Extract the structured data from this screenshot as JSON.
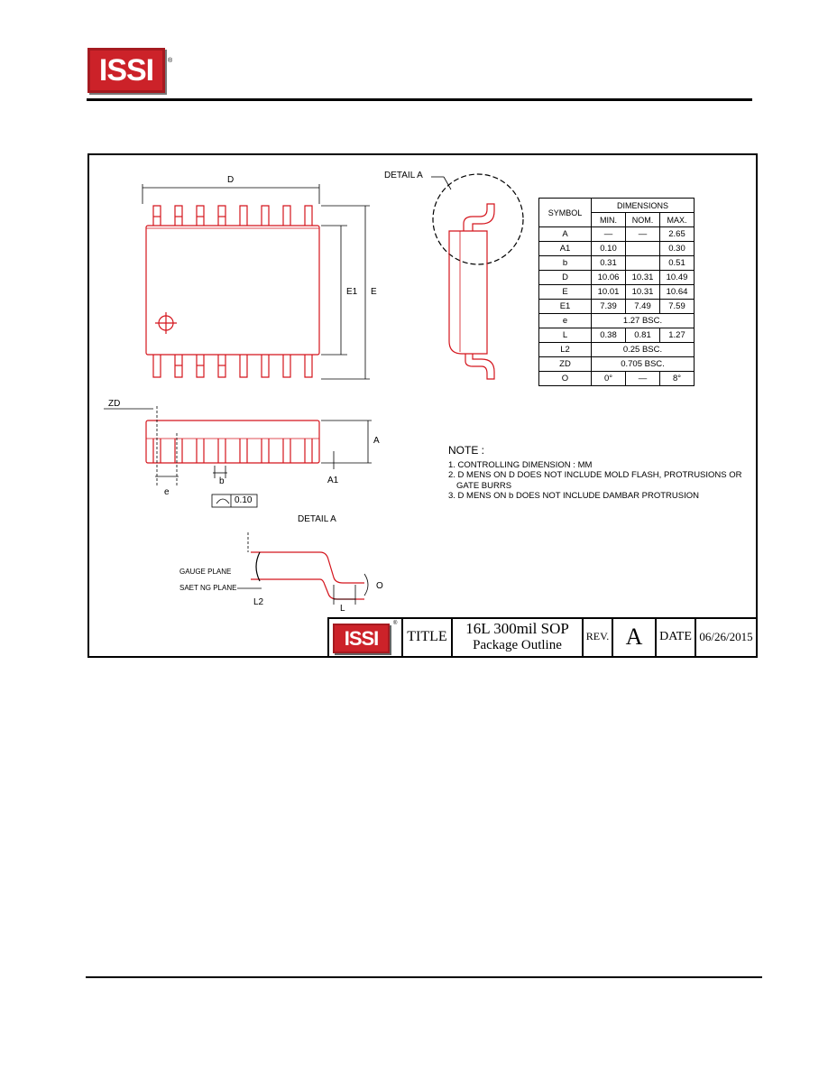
{
  "header": {
    "logo_text": "ISSI",
    "reg_mark": "®"
  },
  "drawing_labels": {
    "d": "D",
    "e1": "E1",
    "e": "E",
    "detail_a_top": "DETAIL A",
    "zd": "ZD",
    "a": "A",
    "a1": "A1",
    "b": "b",
    "e_pitch": "e",
    "tolerance": "0.10",
    "detail_a_bottom": "DETAIL A",
    "gauge_plane": "GAUGE PLANE",
    "seating_plane": "SAET NG PLANE",
    "l2": "L2",
    "l": "L",
    "theta": "O"
  },
  "dimensions_table": {
    "symbol_header": "SYMBOL",
    "dimensions_header": "DIMENSIONS",
    "min_header": "MIN.",
    "nom_header": "NOM.",
    "max_header": "MAX.",
    "rows": [
      {
        "symbol": "A",
        "min": "—",
        "nom": "—",
        "max": "2.65"
      },
      {
        "symbol": "A1",
        "min": "0.10",
        "nom": "",
        "max": "0.30"
      },
      {
        "symbol": "b",
        "min": "0.31",
        "nom": "",
        "max": "0.51"
      },
      {
        "symbol": "D",
        "min": "10.06",
        "nom": "10.31",
        "max": "10.49"
      },
      {
        "symbol": "E",
        "min": "10.01",
        "nom": "10.31",
        "max": "10.64"
      },
      {
        "symbol": "E1",
        "min": "7.39",
        "nom": "7.49",
        "max": "7.59"
      }
    ],
    "e_row": {
      "symbol": "e",
      "value": "1.27 BSC."
    },
    "l_row": {
      "symbol": "L",
      "min": "0.38",
      "nom": "0.81",
      "max": "1.27"
    },
    "l2_row": {
      "symbol": "L2",
      "value": "0.25 BSC."
    },
    "zd_row": {
      "symbol": "ZD",
      "value": "0.705 BSC."
    },
    "theta_row": {
      "symbol": "O",
      "min": "0°",
      "nom": "—",
      "max": "8°"
    }
  },
  "notes": {
    "heading": "NOTE :",
    "n1": "1. CONTROLLING DIMENSION : MM",
    "n2a": "2. D MENS ON D DOES NOT INCLUDE MOLD FLASH, PROTRUSIONS OR",
    "n2b": "GATE BURRS",
    "n3": "3. D MENS ON b DOES NOT INCLUDE DAMBAR PROTRUSION"
  },
  "title_block": {
    "logo_text": "ISSI",
    "reg_mark": "®",
    "title_label": "TITLE",
    "title_line1": "16L 300mil SOP",
    "title_line2": "Package Outline",
    "rev_label": "REV.",
    "rev_value": "A",
    "date_label": "DATE",
    "date_value": "06/26/2015"
  },
  "colors": {
    "brand_red": "#cc2229",
    "outline_red": "#d4141c"
  }
}
